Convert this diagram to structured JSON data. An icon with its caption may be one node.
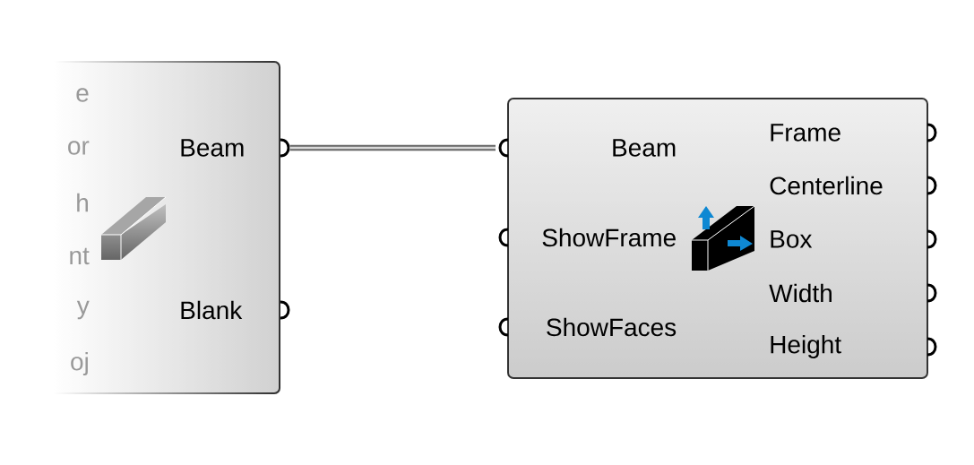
{
  "diagram": {
    "nodes": [
      {
        "text": [
          "e",
          "or",
          "h",
          "nt",
          "y",
          "oj"
        ]
      },
      {
        "text": [
          "Beam"
        ],
        "in": 0
      },
      {
        "text": [
          "Blank"
        ],
        "in": 0
      },
      {
        "text": [],
        "shape": "box"
      },
      {
        "text": [
          "Beam"
        ],
        "in": 3
      },
      {
        "text": [
          "ShowFrame"
        ],
        "in": 3
      },
      {
        "text": [
          "ShowFaces"
        ],
        "in": 3
      },
      {
        "text": [
          "Frame"
        ],
        "in": 3
      },
      {
        "text": [
          "Centerline"
        ],
        "in": 3
      },
      {
        "text": [
          "Box"
        ],
        "in": 3
      },
      {
        "text": [
          "Width"
        ],
        "in": 3
      },
      {
        "text": [
          "Height"
        ],
        "in": 3
      }
    ],
    "edges": [
      {
        "from": 1,
        "to": 4,
        "arrow": "none"
      }
    ]
  }
}
